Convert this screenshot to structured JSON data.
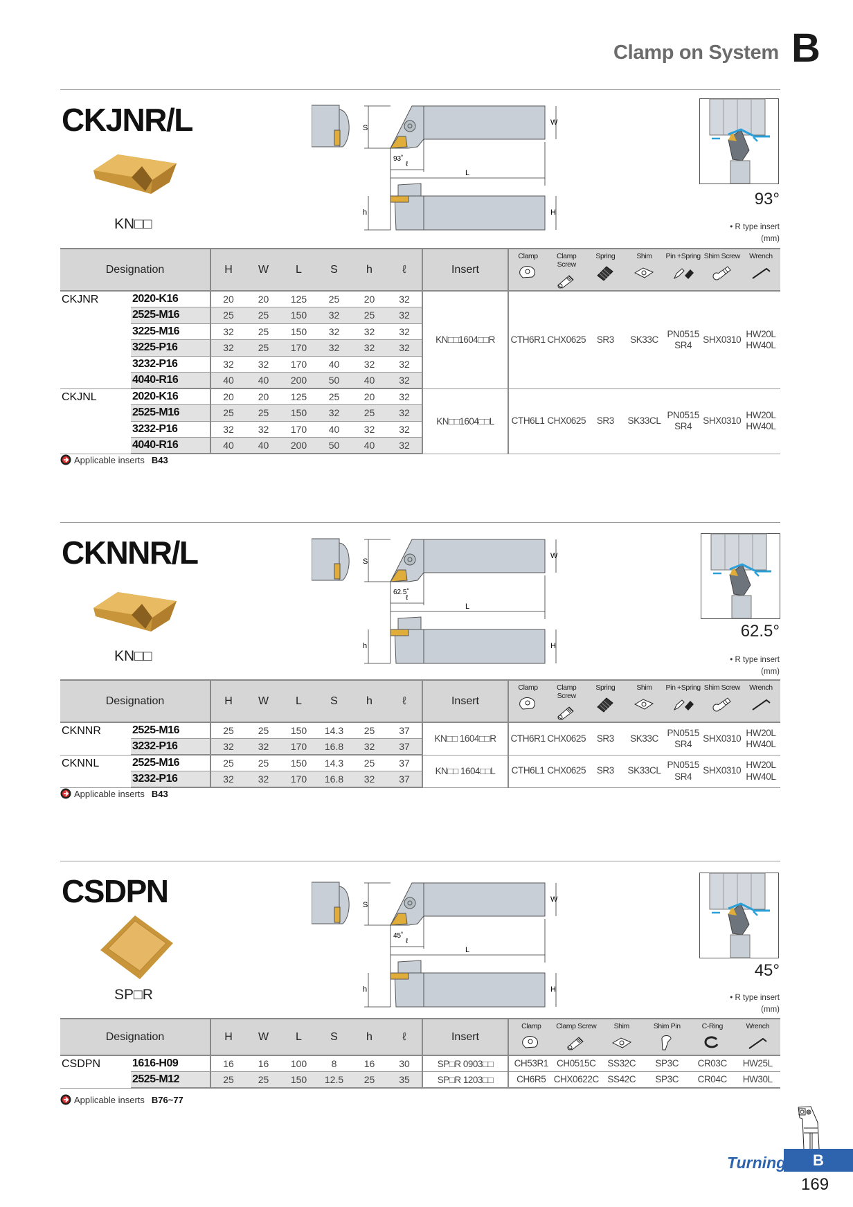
{
  "header": {
    "title": "Clamp on System",
    "section_letter": "B"
  },
  "colors": {
    "accent": "#2e63ad",
    "insert_gold": "#e0ad3a",
    "body_gray": "#c8cfd6"
  },
  "sections": [
    {
      "title": "CKJNR/L",
      "insert_name": "KN□□",
      "angle": "93°",
      "diagram_angle": "93˚",
      "rtype": "• R type insert",
      "unit": "(mm)",
      "dim_labels": {
        "S": "S",
        "W": "W",
        "L": "L",
        "l": "ℓ",
        "h": "h",
        "H": "H"
      },
      "table": {
        "designation": "Designation",
        "dims": [
          "H",
          "W",
          "L",
          "S",
          "h",
          "ℓ"
        ],
        "insert": "Insert",
        "parts": [
          "Clamp",
          "Clamp Screw",
          "Spring",
          "Shim",
          "Pin +Spring",
          "Shim Screw",
          "Wrench"
        ],
        "part_icons": [
          "clamp-icon",
          "clamp-screw-icon",
          "spring-icon",
          "shim-icon",
          "pin-spring-icon",
          "shim-screw-icon",
          "wrench-icon"
        ],
        "groups": [
          {
            "model": "CKJNR",
            "insert": "KN□□1604□□R",
            "parts": [
              "CTH6R1",
              "CHX0625",
              "SR3",
              "SK33C",
              "PN0515\nSR4",
              "SHX0310",
              "HW20L\nHW40L"
            ],
            "rows": [
              {
                "code": "2020-K16",
                "dims": [
                  "20",
                  "20",
                  "125",
                  "25",
                  "20",
                  "32"
                ]
              },
              {
                "code": "2525-M16",
                "dims": [
                  "25",
                  "25",
                  "150",
                  "32",
                  "25",
                  "32"
                ]
              },
              {
                "code": "3225-M16",
                "dims": [
                  "32",
                  "25",
                  "150",
                  "32",
                  "32",
                  "32"
                ]
              },
              {
                "code": "3225-P16",
                "dims": [
                  "32",
                  "25",
                  "170",
                  "32",
                  "32",
                  "32"
                ]
              },
              {
                "code": "3232-P16",
                "dims": [
                  "32",
                  "32",
                  "170",
                  "40",
                  "32",
                  "32"
                ]
              },
              {
                "code": "4040-R16",
                "dims": [
                  "40",
                  "40",
                  "200",
                  "50",
                  "40",
                  "32"
                ]
              }
            ]
          },
          {
            "model": "CKJNL",
            "insert": "KN□□1604□□L",
            "parts": [
              "CTH6L1",
              "CHX0625",
              "SR3",
              "SK33CL",
              "PN0515\nSR4",
              "SHX0310",
              "HW20L\nHW40L"
            ],
            "rows": [
              {
                "code": "2020-K16",
                "dims": [
                  "20",
                  "20",
                  "125",
                  "25",
                  "20",
                  "32"
                ]
              },
              {
                "code": "2525-M16",
                "dims": [
                  "25",
                  "25",
                  "150",
                  "32",
                  "25",
                  "32"
                ]
              },
              {
                "code": "3232-P16",
                "dims": [
                  "32",
                  "32",
                  "170",
                  "40",
                  "32",
                  "32"
                ]
              },
              {
                "code": "4040-R16",
                "dims": [
                  "40",
                  "40",
                  "200",
                  "50",
                  "40",
                  "32"
                ]
              }
            ]
          }
        ]
      },
      "applicable": {
        "label": "Applicable inserts",
        "ref": "B43"
      }
    },
    {
      "title": "CKNNR/L",
      "insert_name": "KN□□",
      "angle": "62.5°",
      "diagram_angle": "62.5˚",
      "rtype": "• R type insert",
      "unit": "(mm)",
      "dim_labels": {
        "S": "S",
        "W": "W",
        "L": "L",
        "l": "ℓ",
        "h": "h",
        "H": "H"
      },
      "table": {
        "designation": "Designation",
        "dims": [
          "H",
          "W",
          "L",
          "S",
          "h",
          "ℓ"
        ],
        "insert": "Insert",
        "parts": [
          "Clamp",
          "Clamp Screw",
          "Spring",
          "Shim",
          "Pin +Spring",
          "Shim Screw",
          "Wrench"
        ],
        "part_icons": [
          "clamp-icon",
          "clamp-screw-icon",
          "spring-icon",
          "shim-icon",
          "pin-spring-icon",
          "shim-screw-icon",
          "wrench-icon"
        ],
        "groups": [
          {
            "model": "CKNNR",
            "insert": "KN□□ 1604□□R",
            "parts": [
              "CTH6R1",
              "CHX0625",
              "SR3",
              "SK33C",
              "PN0515\nSR4",
              "SHX0310",
              "HW20L\nHW40L"
            ],
            "rows": [
              {
                "code": "2525-M16",
                "dims": [
                  "25",
                  "25",
                  "150",
                  "14.3",
                  "25",
                  "37"
                ]
              },
              {
                "code": "3232-P16",
                "dims": [
                  "32",
                  "32",
                  "170",
                  "16.8",
                  "32",
                  "37"
                ]
              }
            ]
          },
          {
            "model": "CKNNL",
            "insert": "KN□□ 1604□□L",
            "parts": [
              "CTH6L1",
              "CHX0625",
              "SR3",
              "SK33CL",
              "PN0515\nSR4",
              "SHX0310",
              "HW20L\nHW40L"
            ],
            "rows": [
              {
                "code": "2525-M16",
                "dims": [
                  "25",
                  "25",
                  "150",
                  "14.3",
                  "25",
                  "37"
                ]
              },
              {
                "code": "3232-P16",
                "dims": [
                  "32",
                  "32",
                  "170",
                  "16.8",
                  "32",
                  "37"
                ]
              }
            ]
          }
        ]
      },
      "applicable": {
        "label": "Applicable inserts",
        "ref": "B43"
      }
    },
    {
      "title": "CSDPN",
      "insert_name": "SP□R",
      "angle": "45°",
      "diagram_angle": "45˚",
      "rtype": "• R type insert",
      "unit": "(mm)",
      "dim_labels": {
        "S": "S",
        "W": "W",
        "L": "L",
        "l": "ℓ",
        "h": "h",
        "H": "H"
      },
      "table": {
        "designation": "Designation",
        "dims": [
          "H",
          "W",
          "L",
          "S",
          "h",
          "ℓ"
        ],
        "insert": "Insert",
        "parts": [
          "Clamp",
          "Clamp Screw",
          "Shim",
          "Shim Pin",
          "C-Ring",
          "Wrench"
        ],
        "part_icons": [
          "clamp-icon",
          "clamp-screw-icon",
          "shim-icon",
          "shim-pin-icon",
          "c-ring-icon",
          "wrench-icon"
        ],
        "groups": [
          {
            "model": "CSDPN",
            "rows": [
              {
                "code": "1616-H09",
                "dims": [
                  "16",
                  "16",
                  "100",
                  "8",
                  "16",
                  "30"
                ],
                "insert": "SP□R 0903□□",
                "parts": [
                  "CH53R1",
                  "CH0515C",
                  "SS32C",
                  "SP3C",
                  "CR03C",
                  "HW25L"
                ]
              },
              {
                "code": "2525-M12",
                "dims": [
                  "25",
                  "25",
                  "150",
                  "12.5",
                  "25",
                  "35"
                ],
                "insert": "SP□R 1203□□",
                "parts": [
                  "CH6R5",
                  "CHX0622C",
                  "SS42C",
                  "SP3C",
                  "CR04C",
                  "HW30L"
                ]
              }
            ]
          }
        ]
      },
      "applicable": {
        "label": "Applicable inserts",
        "ref": "B76~77"
      }
    }
  ],
  "footer": {
    "category": "Turning",
    "section_letter": "B",
    "page": "169"
  }
}
